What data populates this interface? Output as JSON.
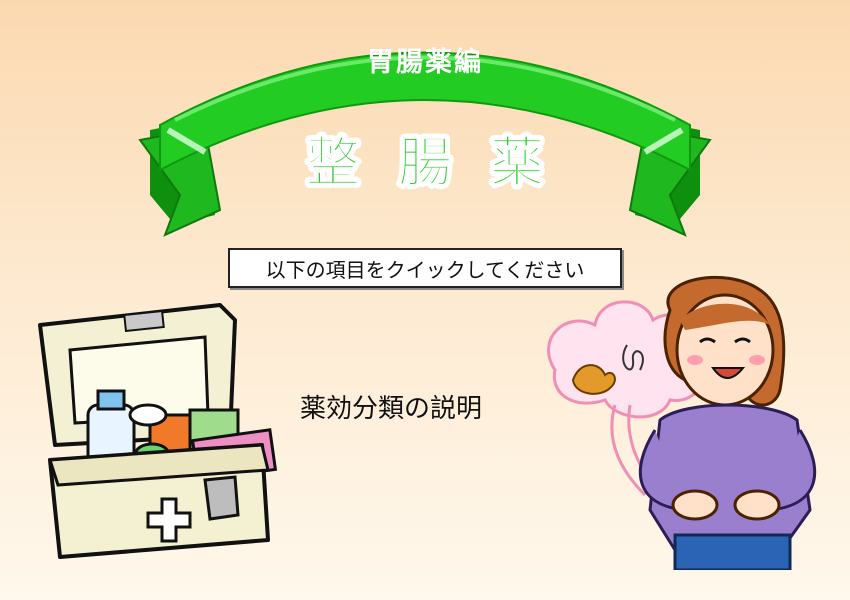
{
  "header": {
    "subtitle": "胃腸薬編",
    "title": "整腸薬"
  },
  "instruction": "以下の項目をクイックしてください",
  "menu": {
    "items": [
      {
        "label": "薬効分類の説明"
      }
    ]
  },
  "colors": {
    "ribbon_green": "#22cc22",
    "ribbon_dark": "#0e8f0e",
    "background_top": "#fbd9b0",
    "background_bottom": "#fff8ec"
  },
  "illustrations": {
    "left": "first-aid-kit-icon",
    "right": "woman-stomach-ache-illustration"
  }
}
